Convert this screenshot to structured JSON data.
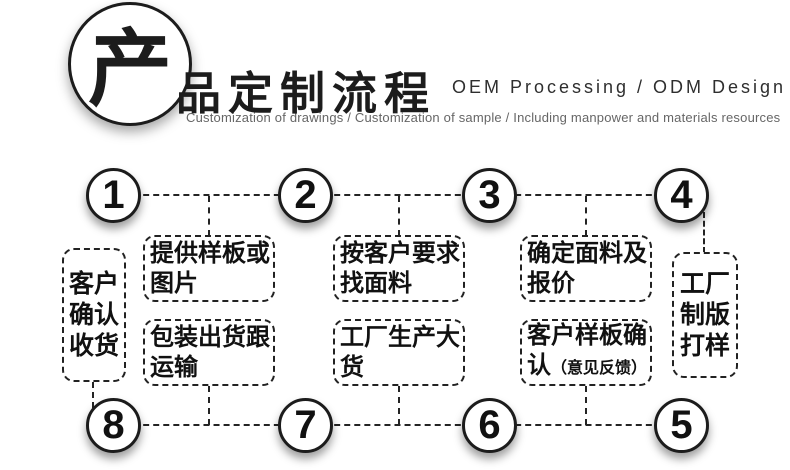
{
  "header": {
    "badge_char": "产",
    "title_rest": "品定制流程",
    "subtitle_en": "OEM Processing / ODM Design",
    "tagline": "Customization of drawings / Customization of sample / Including manpower and materials resources"
  },
  "colors": {
    "ink": "#1c1c1c",
    "gray_text": "#666666",
    "line": "#242424",
    "background": "#ffffff"
  },
  "flow": {
    "circles": [
      "1",
      "2",
      "3",
      "4",
      "5",
      "6",
      "7",
      "8"
    ],
    "boxes": {
      "provide_sample": {
        "lines": [
          "提供样板或",
          "图片"
        ]
      },
      "find_fabric": {
        "lines": [
          "按客户要求",
          "找面料"
        ]
      },
      "confirm_fabric_quote": {
        "lines": [
          "确定面料及",
          "报价"
        ]
      },
      "factory_sampling": {
        "lines": [
          "工厂",
          "制版",
          "打样"
        ]
      },
      "sample_confirm": {
        "lines": [
          "客户样板确",
          "认"
        ],
        "note": "（意见反馈）"
      },
      "bulk_production": {
        "lines": [
          "工厂生产大",
          "货"
        ]
      },
      "packing_shipping": {
        "lines": [
          "包装出货跟",
          "运输"
        ]
      },
      "customer_receipt": {
        "lines": [
          "客户",
          "确认",
          "收货"
        ]
      }
    }
  }
}
